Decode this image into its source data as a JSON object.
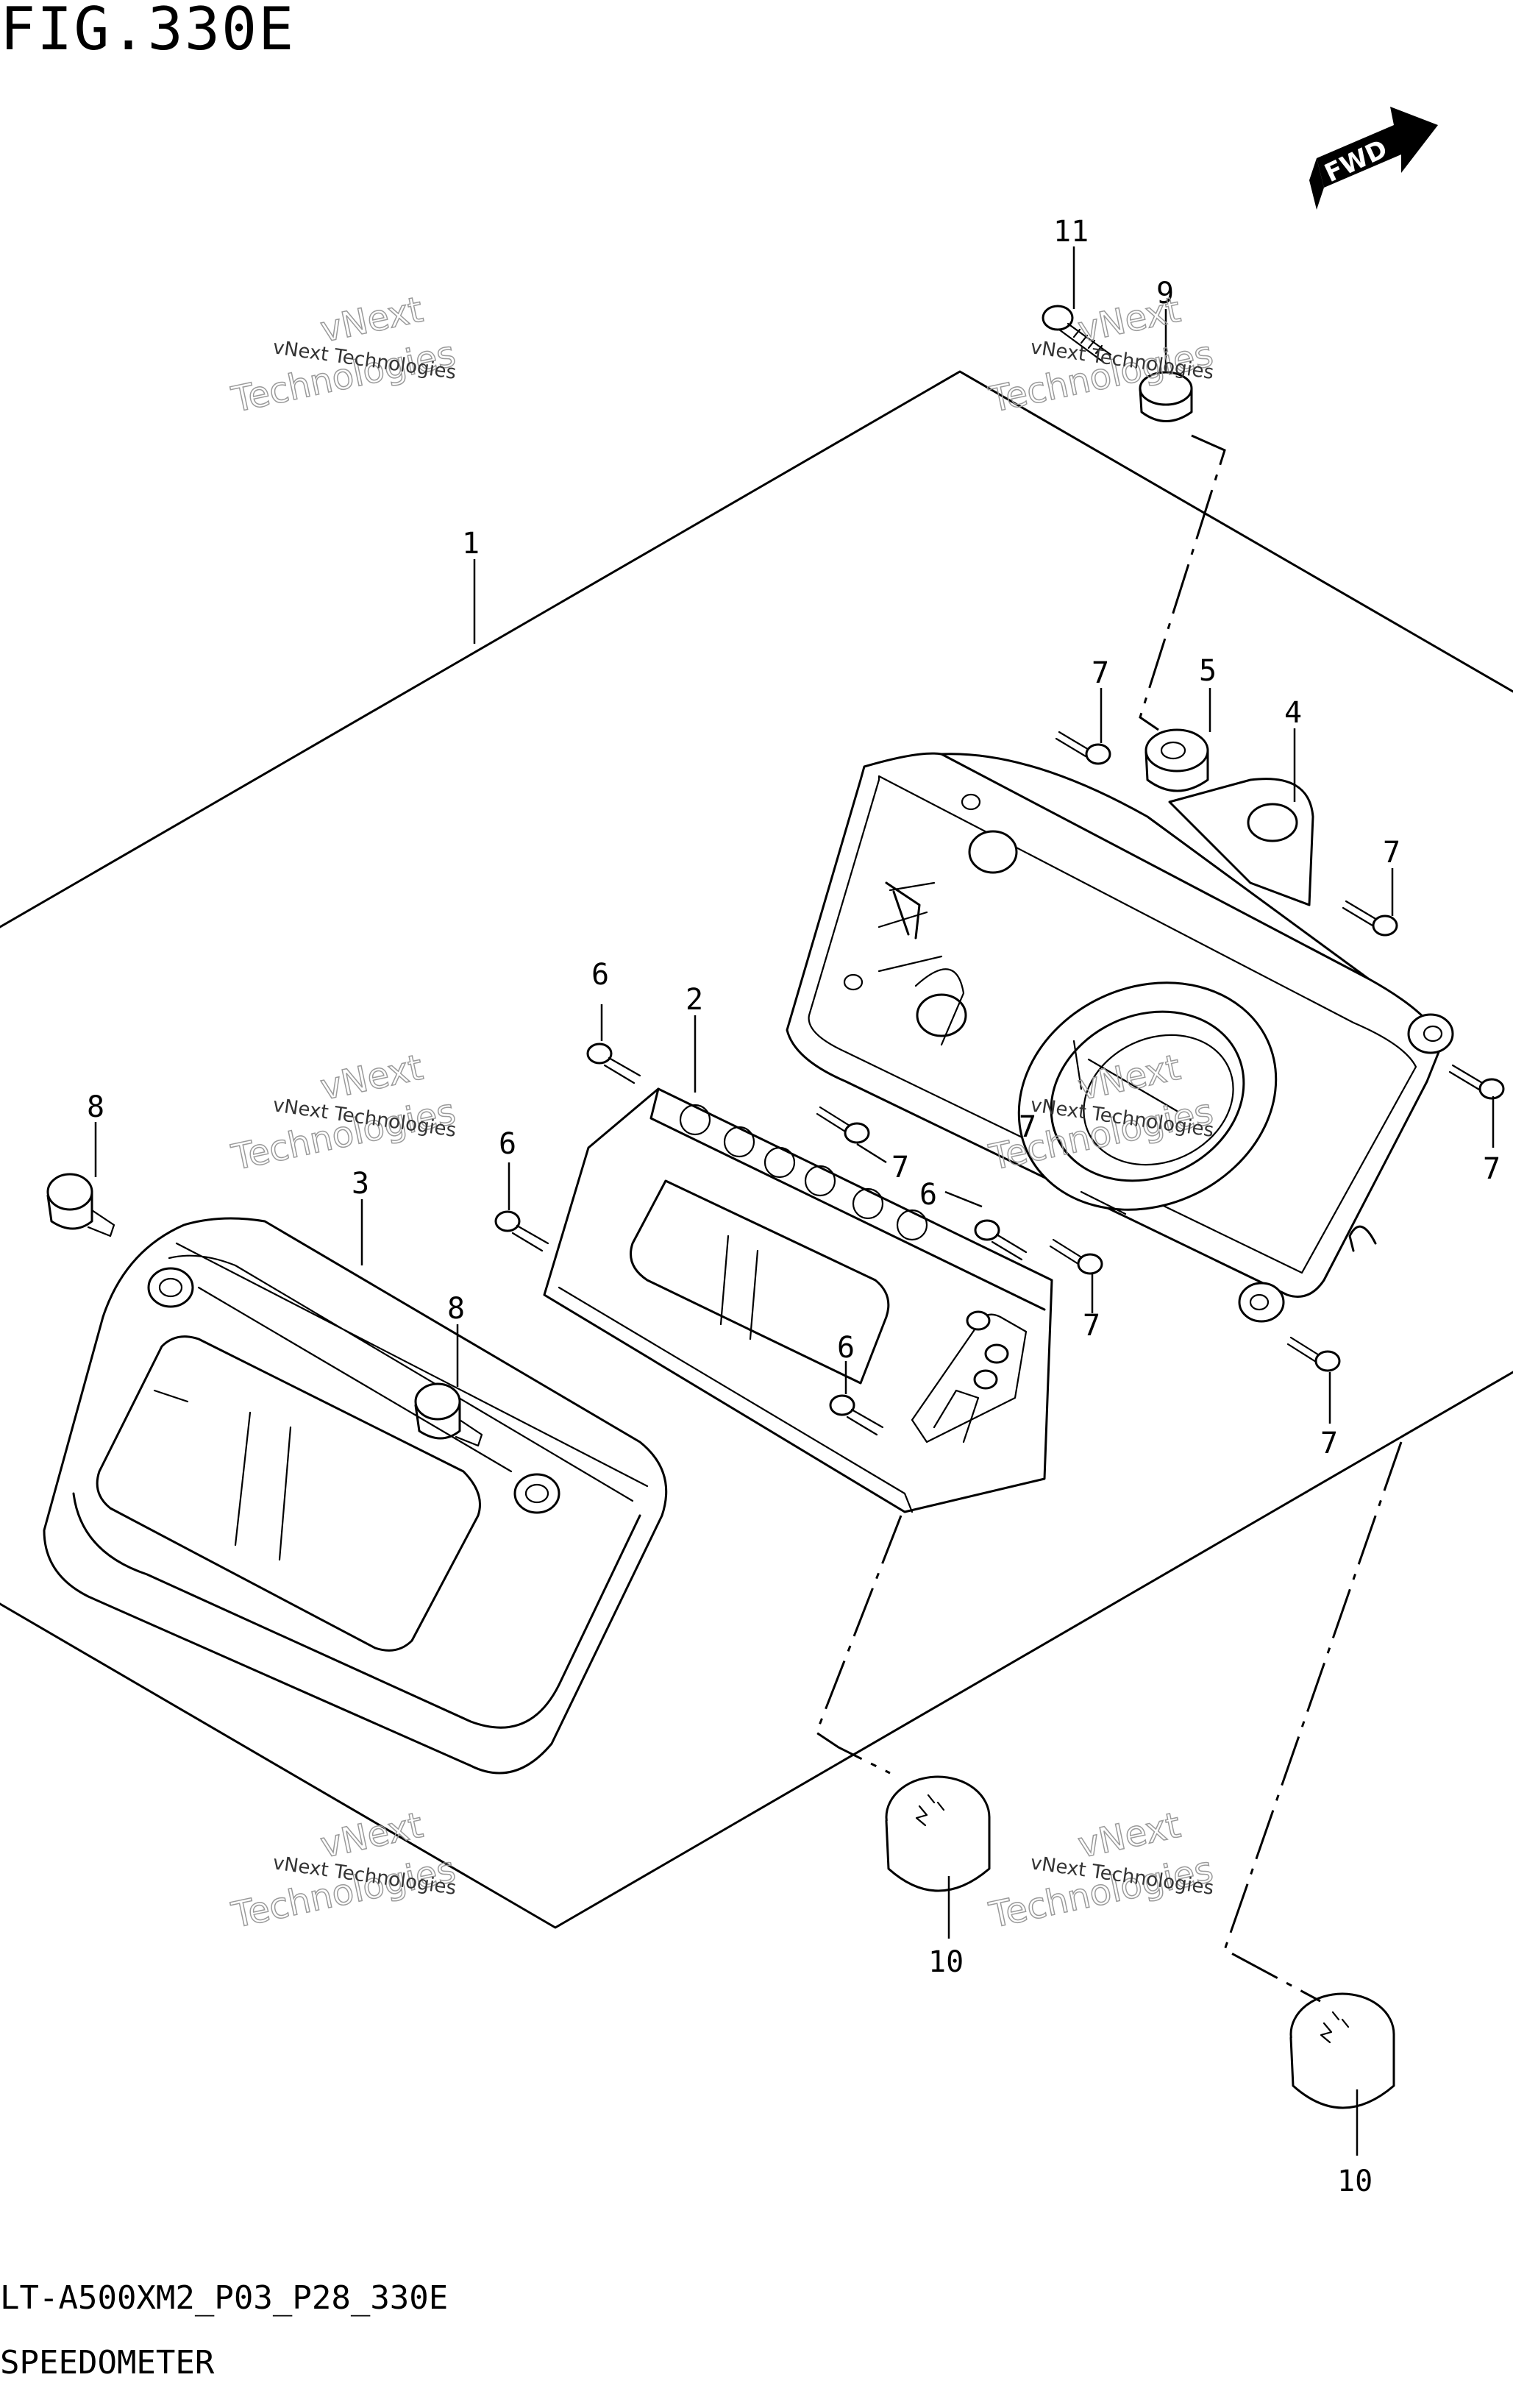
{
  "figure": {
    "title": "FIG.330E",
    "code": "LT-A500XM2_P03_P28_330E",
    "name": "SPEEDOMETER"
  },
  "direction_badge": "FWD",
  "watermarks": [
    {
      "line1": "vNext Technologies",
      "line2": "vNext",
      "line3": "Technologies"
    },
    {
      "line1": "vNext Technologies",
      "line2": "vNext",
      "line3": "Technologies"
    },
    {
      "line1": "vNext Technologies",
      "line2": "vNext",
      "line3": "Technologies"
    },
    {
      "line1": "vNext Technologies",
      "line2": "vNext",
      "line3": "Technologies"
    },
    {
      "line1": "vNext Technologies",
      "line2": "vNext",
      "line3": "Technologies"
    },
    {
      "line1": "vNext Technologies",
      "line2": "vNext",
      "line3": "Technologies"
    }
  ],
  "callouts": [
    "1",
    "2",
    "3",
    "4",
    "5",
    "6",
    "6",
    "6",
    "6",
    "7",
    "7",
    "7",
    "7",
    "7",
    "7",
    "7",
    "8",
    "8",
    "9",
    "10",
    "10",
    "11"
  ]
}
